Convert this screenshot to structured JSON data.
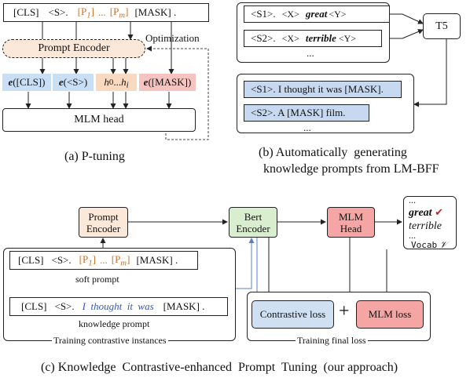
{
  "panel_a": {
    "input_seq": {
      "cls": "[CLS]",
      "s": "<S>.",
      "p1": "[P",
      "p1_sub": "1",
      "pm": "[P",
      "pm_sub": "m",
      "dots": "...",
      "close": "]",
      "mask": "[MASK] ."
    },
    "prompt_encoder": "Prompt Encoder",
    "optimization": "Optimization",
    "emb_cls": {
      "e": "e",
      "arg": "([CLS])"
    },
    "emb_s": {
      "e": "e",
      "arg": "(<S>)"
    },
    "emb_h": {
      "h": "h",
      "h0_sub": "0",
      "dots": "...",
      "hi_sub": "i"
    },
    "emb_mask": {
      "e": "e",
      "arg": "([MASK])"
    },
    "mlm_head": "MLM head",
    "caption": "(a) P-tuning"
  },
  "panel_b": {
    "s1": {
      "tag": "<S1>.",
      "x": "<X>",
      "word": "great",
      "y": "<Y>"
    },
    "s2": {
      "tag": "<S2>.",
      "x": "<X>",
      "word": "terrible",
      "y": "<Y>"
    },
    "dots_top": "...",
    "t5": "T5",
    "out1": "<S1>.  I thought it was [MASK].",
    "out2": "<S2>.  A [MASK]  film.",
    "dots_bottom": "...",
    "caption_line1": "(b) Automatically  generating",
    "caption_line2": "knowledge prompts from LM-BFF"
  },
  "panel_c": {
    "prompt_encoder_line1": "Prompt",
    "prompt_encoder_line2": "Encoder",
    "bert_line1": "Bert",
    "bert_line2": "Encoder",
    "mlm_line1": "MLM",
    "mlm_line2": "Head",
    "vocab": {
      "dots_top": "...",
      "great": "great",
      "check": "✔",
      "terrible": "terrible",
      "dots_bottom": "...",
      "label": "Vocab",
      "v": "𝒱"
    },
    "soft_seq": {
      "cls": "[CLS]",
      "s": "<S>.",
      "p1": "[P",
      "p1_sub": "1",
      "pm": "[P",
      "pm_sub": "m",
      "dots": "...",
      "close": "]",
      "mask": "[MASK] ."
    },
    "soft_label": "soft prompt",
    "know_seq": {
      "cls": "[CLS]",
      "s": "<S>.",
      "words": "I  thought  it  was",
      "mask": "[MASK] ."
    },
    "know_label": "knowledge prompt",
    "instances_caption": "Training contrastive instances",
    "contrastive_loss": "Contrastive loss",
    "plus": "+",
    "mlm_loss": "MLM loss",
    "final_caption": "Training final loss",
    "main_caption": "(c) Knowledge  Contrastive-enhanced  Prompt  Tuning  (our approach)"
  },
  "colors": {
    "prompt_encoder_fill": "#fce8d8",
    "blue_fill": "#c9dff5",
    "orange_fill": "#f9d9bf",
    "pink_fill": "#f6c3c1",
    "bert_fill": "#d9eecf",
    "mlm_fill": "#f5a6a4",
    "contrastive_fill": "#cfe0f3",
    "mlm_loss_fill": "#f5a6a4",
    "b_highlight": "#c6d9f0",
    "link_blue": "#5b7fc7",
    "check_red": "#d11f1f"
  }
}
